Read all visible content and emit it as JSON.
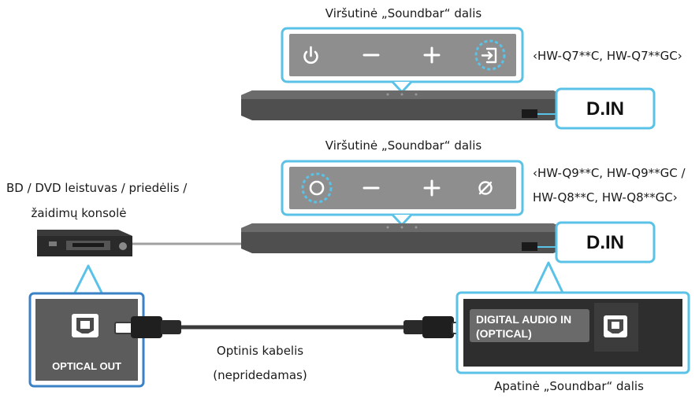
{
  "top_panel": {
    "title": "Viršutinė „Soundbar“ dalis",
    "models": "‹HW-Q7**C, HW-Q7**GC›",
    "icons": [
      "power-icon",
      "minus-icon",
      "plus-icon",
      "input-source-icon"
    ],
    "highlighted_icon": "input-source-icon"
  },
  "middle_panel": {
    "title": "Viršutinė „Soundbar“ dalis",
    "models_line1": "‹HW-Q9**C, HW-Q9**GC /",
    "models_line2": "HW-Q8**C, HW-Q8**GC›",
    "icons": [
      "multi-function-icon",
      "minus-icon",
      "plus-icon",
      "mic-off-icon"
    ],
    "highlighted_icon": "multi-function-icon"
  },
  "din_label": "D.IN",
  "source_device": {
    "line1": "BD / DVD leistuvas / priedėlis /",
    "line2": "žaidimų konsolė",
    "port_label": "OPTICAL OUT"
  },
  "cable": {
    "line1": "Optinis kabelis",
    "line2": "(nepridedamas)"
  },
  "bottom_panel": {
    "port_line1": "DIGITAL AUDIO IN",
    "port_line2": "(OPTICAL)",
    "caption": "Apatinė „Soundbar“ dalis"
  },
  "colors": {
    "accent": "#5bc2e7",
    "panel": "#8e8e8e",
    "soundbar": "#4f4f4f",
    "soundbar_dark": "#2e2e2e",
    "cable": "#3a3a3a"
  }
}
